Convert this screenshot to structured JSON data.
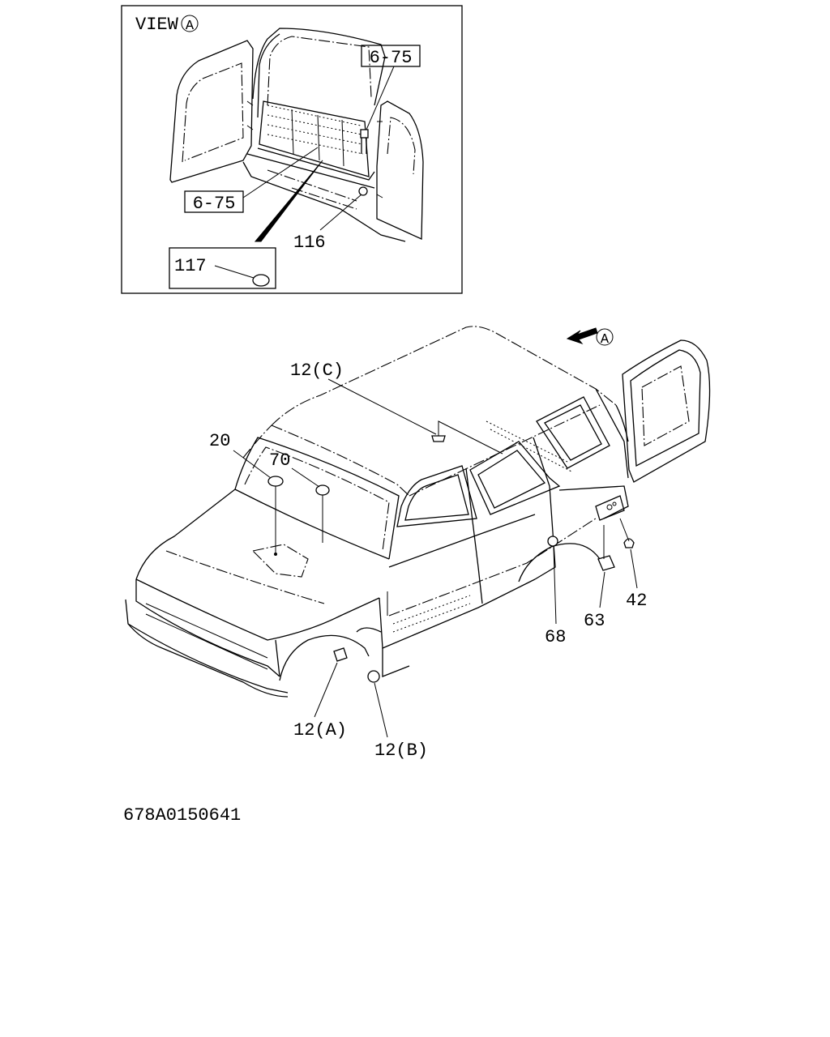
{
  "inset": {
    "view_label": "VIEW",
    "view_marker": "A",
    "callouts": [
      "6-75",
      "6-75",
      "116",
      "117"
    ]
  },
  "main": {
    "view_marker": "A",
    "callouts": [
      "12(C)",
      "20",
      "70",
      "68",
      "63",
      "42",
      "12(A)",
      "12(B)"
    ]
  },
  "drawing_code": "678A0150641"
}
